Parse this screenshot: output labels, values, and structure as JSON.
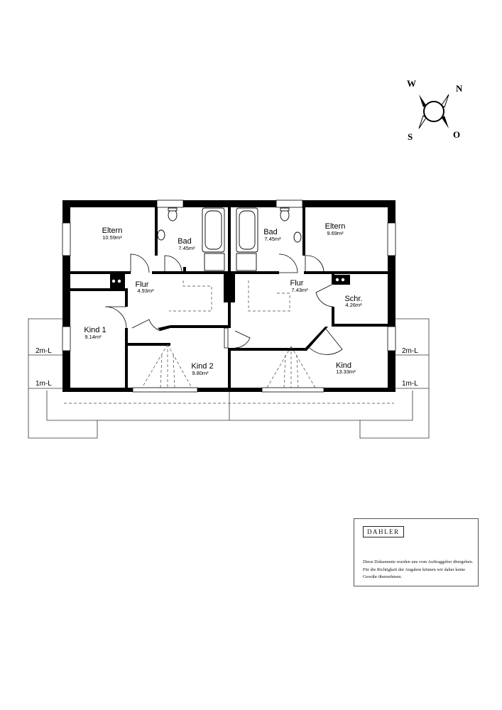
{
  "compass": {
    "w": "W",
    "n": "N",
    "s": "S",
    "o": "O"
  },
  "rooms": {
    "left": {
      "eltern": {
        "name": "Eltern",
        "area": "10.59m²"
      },
      "bad": {
        "name": "Bad",
        "area": "7.45m²"
      },
      "flur": {
        "name": "Flur",
        "area": "4.93m²"
      },
      "kind1": {
        "name": "Kind 1",
        "area": "9.14m²"
      },
      "kind2": {
        "name": "Kind 2",
        "area": "9.80m²"
      }
    },
    "right": {
      "bad": {
        "name": "Bad",
        "area": "7.45m²"
      },
      "eltern": {
        "name": "Eltern",
        "area": "9.69m²"
      },
      "flur": {
        "name": "Flur",
        "area": "7.43m²"
      },
      "schr": {
        "name": "Schr.",
        "area": "4.26m²"
      },
      "kind": {
        "name": "Kind",
        "area": "13.33m²"
      }
    }
  },
  "levels": {
    "left_2m": "2m-L",
    "left_1m": "1m-L",
    "right_2m": "2m-L",
    "right_1m": "1m-L"
  },
  "disclaimer": {
    "logo": "DAHLER",
    "text": "Diese Dokumente wurden uns vom Auftraggeber übergeben. Für die Richtigkeit der Angaben können wir daher keine Gewähr übernehmen."
  }
}
